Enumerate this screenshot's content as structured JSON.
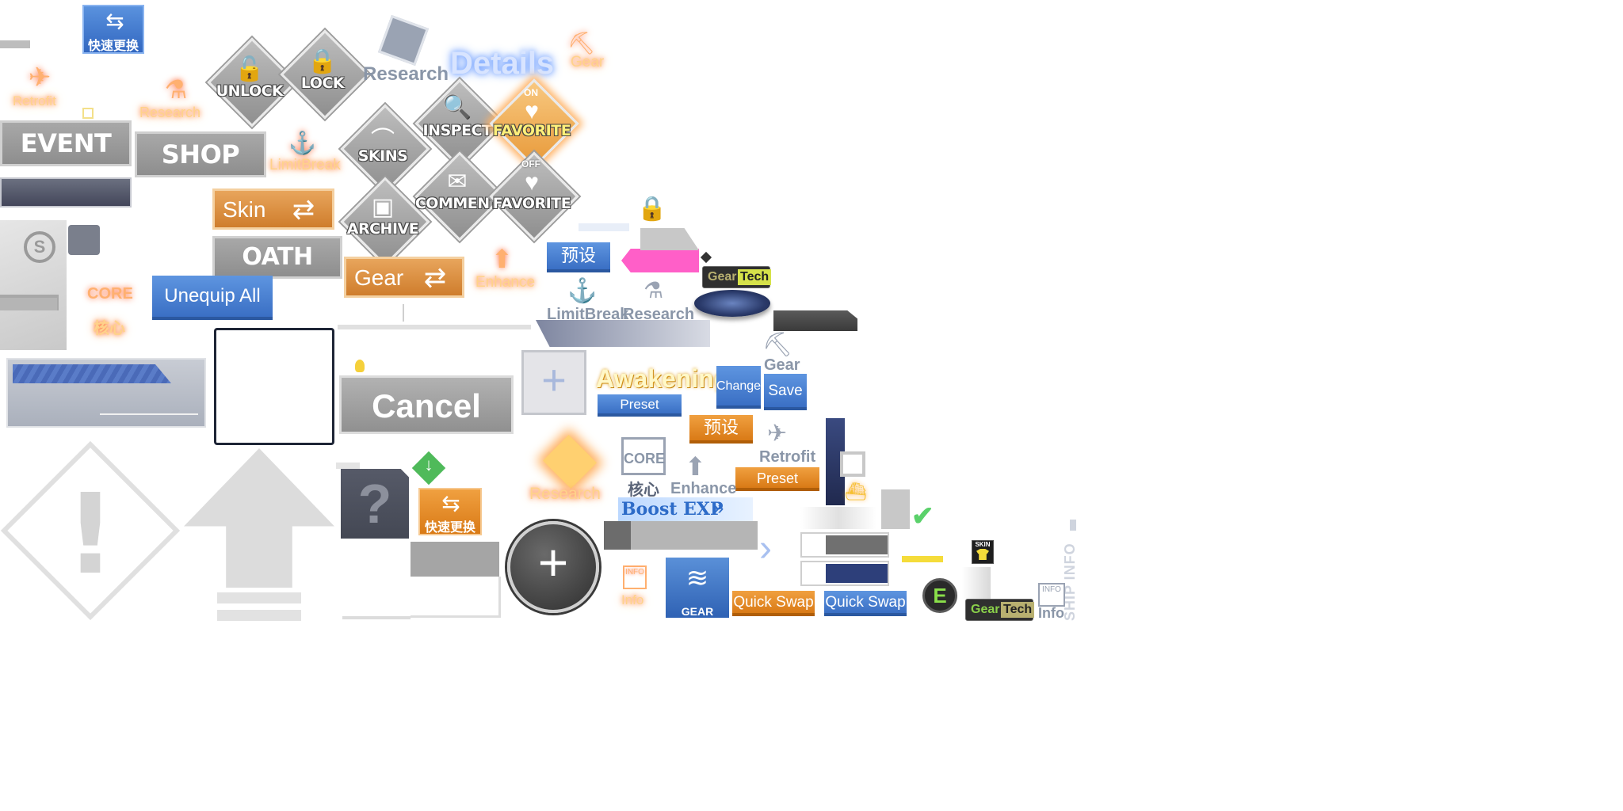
{
  "labels": {
    "quick_swap_cn": "快速更换",
    "retrofit": "Retrofit",
    "research": "Research",
    "unlock": "UNLOCK",
    "lock": "LOCK",
    "details": "Details",
    "gear": "Gear",
    "event": "EVENT",
    "shop": "SHOP",
    "limitbreak": "LimitBreak",
    "skins": "SKINS",
    "inspect": "INSPECT",
    "favorite": "FAVORITE",
    "on": "ON",
    "off": "OFF",
    "comment": "COMMENT",
    "archive": "ARCHIVE",
    "skin": "Skin",
    "oath": "OATH",
    "enhance": "Enhance",
    "preset_cn": "预设",
    "gear_tech_gear": "Gear",
    "gear_tech_tech": "Tech",
    "core": "CORE",
    "core_cn": "核心",
    "unequip_all": "Unequip All",
    "cancel": "Cancel",
    "awakening": "Awakening",
    "change": "Change",
    "save": "Save",
    "preset": "Preset",
    "boost_exp": "Boost EXP",
    "gear_sets": "GEAR SETS",
    "quick_swap": "Quick Swap",
    "info": "Info",
    "info_caps": "INFO",
    "ship_info": "SHIP INFO",
    "skin_caps": "SKIN",
    "e_badge": "E",
    "question": "?",
    "exclamation": "!",
    "plus": "+"
  },
  "colors": {
    "blue": "#3a6fc4",
    "orange": "#d97a16",
    "grey": "#9e9e9e",
    "pink": "#ff5fc8",
    "navy": "#2d3f7a",
    "green_check": "#5ad16a",
    "yellow_bar": "#f5dc3a"
  }
}
